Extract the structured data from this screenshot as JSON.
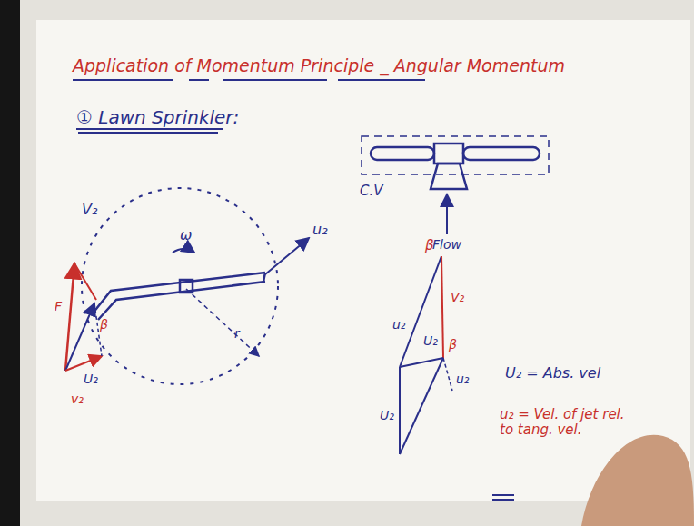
{
  "diagram": {
    "title": "Application of Momentum Principle _ Angular Momentum",
    "labels": [
      "① Lawn Sprinkler:",
      "V₂",
      "ω",
      "u₂",
      "r",
      "F",
      "β",
      "U₂",
      "v₂",
      "C.V",
      "Flow",
      "β",
      "V₂",
      "u₂",
      "U₂",
      "β",
      "u₂",
      "U₂",
      "U₂ = Abs. vel",
      "u₂ = Vel. of jet rel. to tang. vel."
    ]
  }
}
